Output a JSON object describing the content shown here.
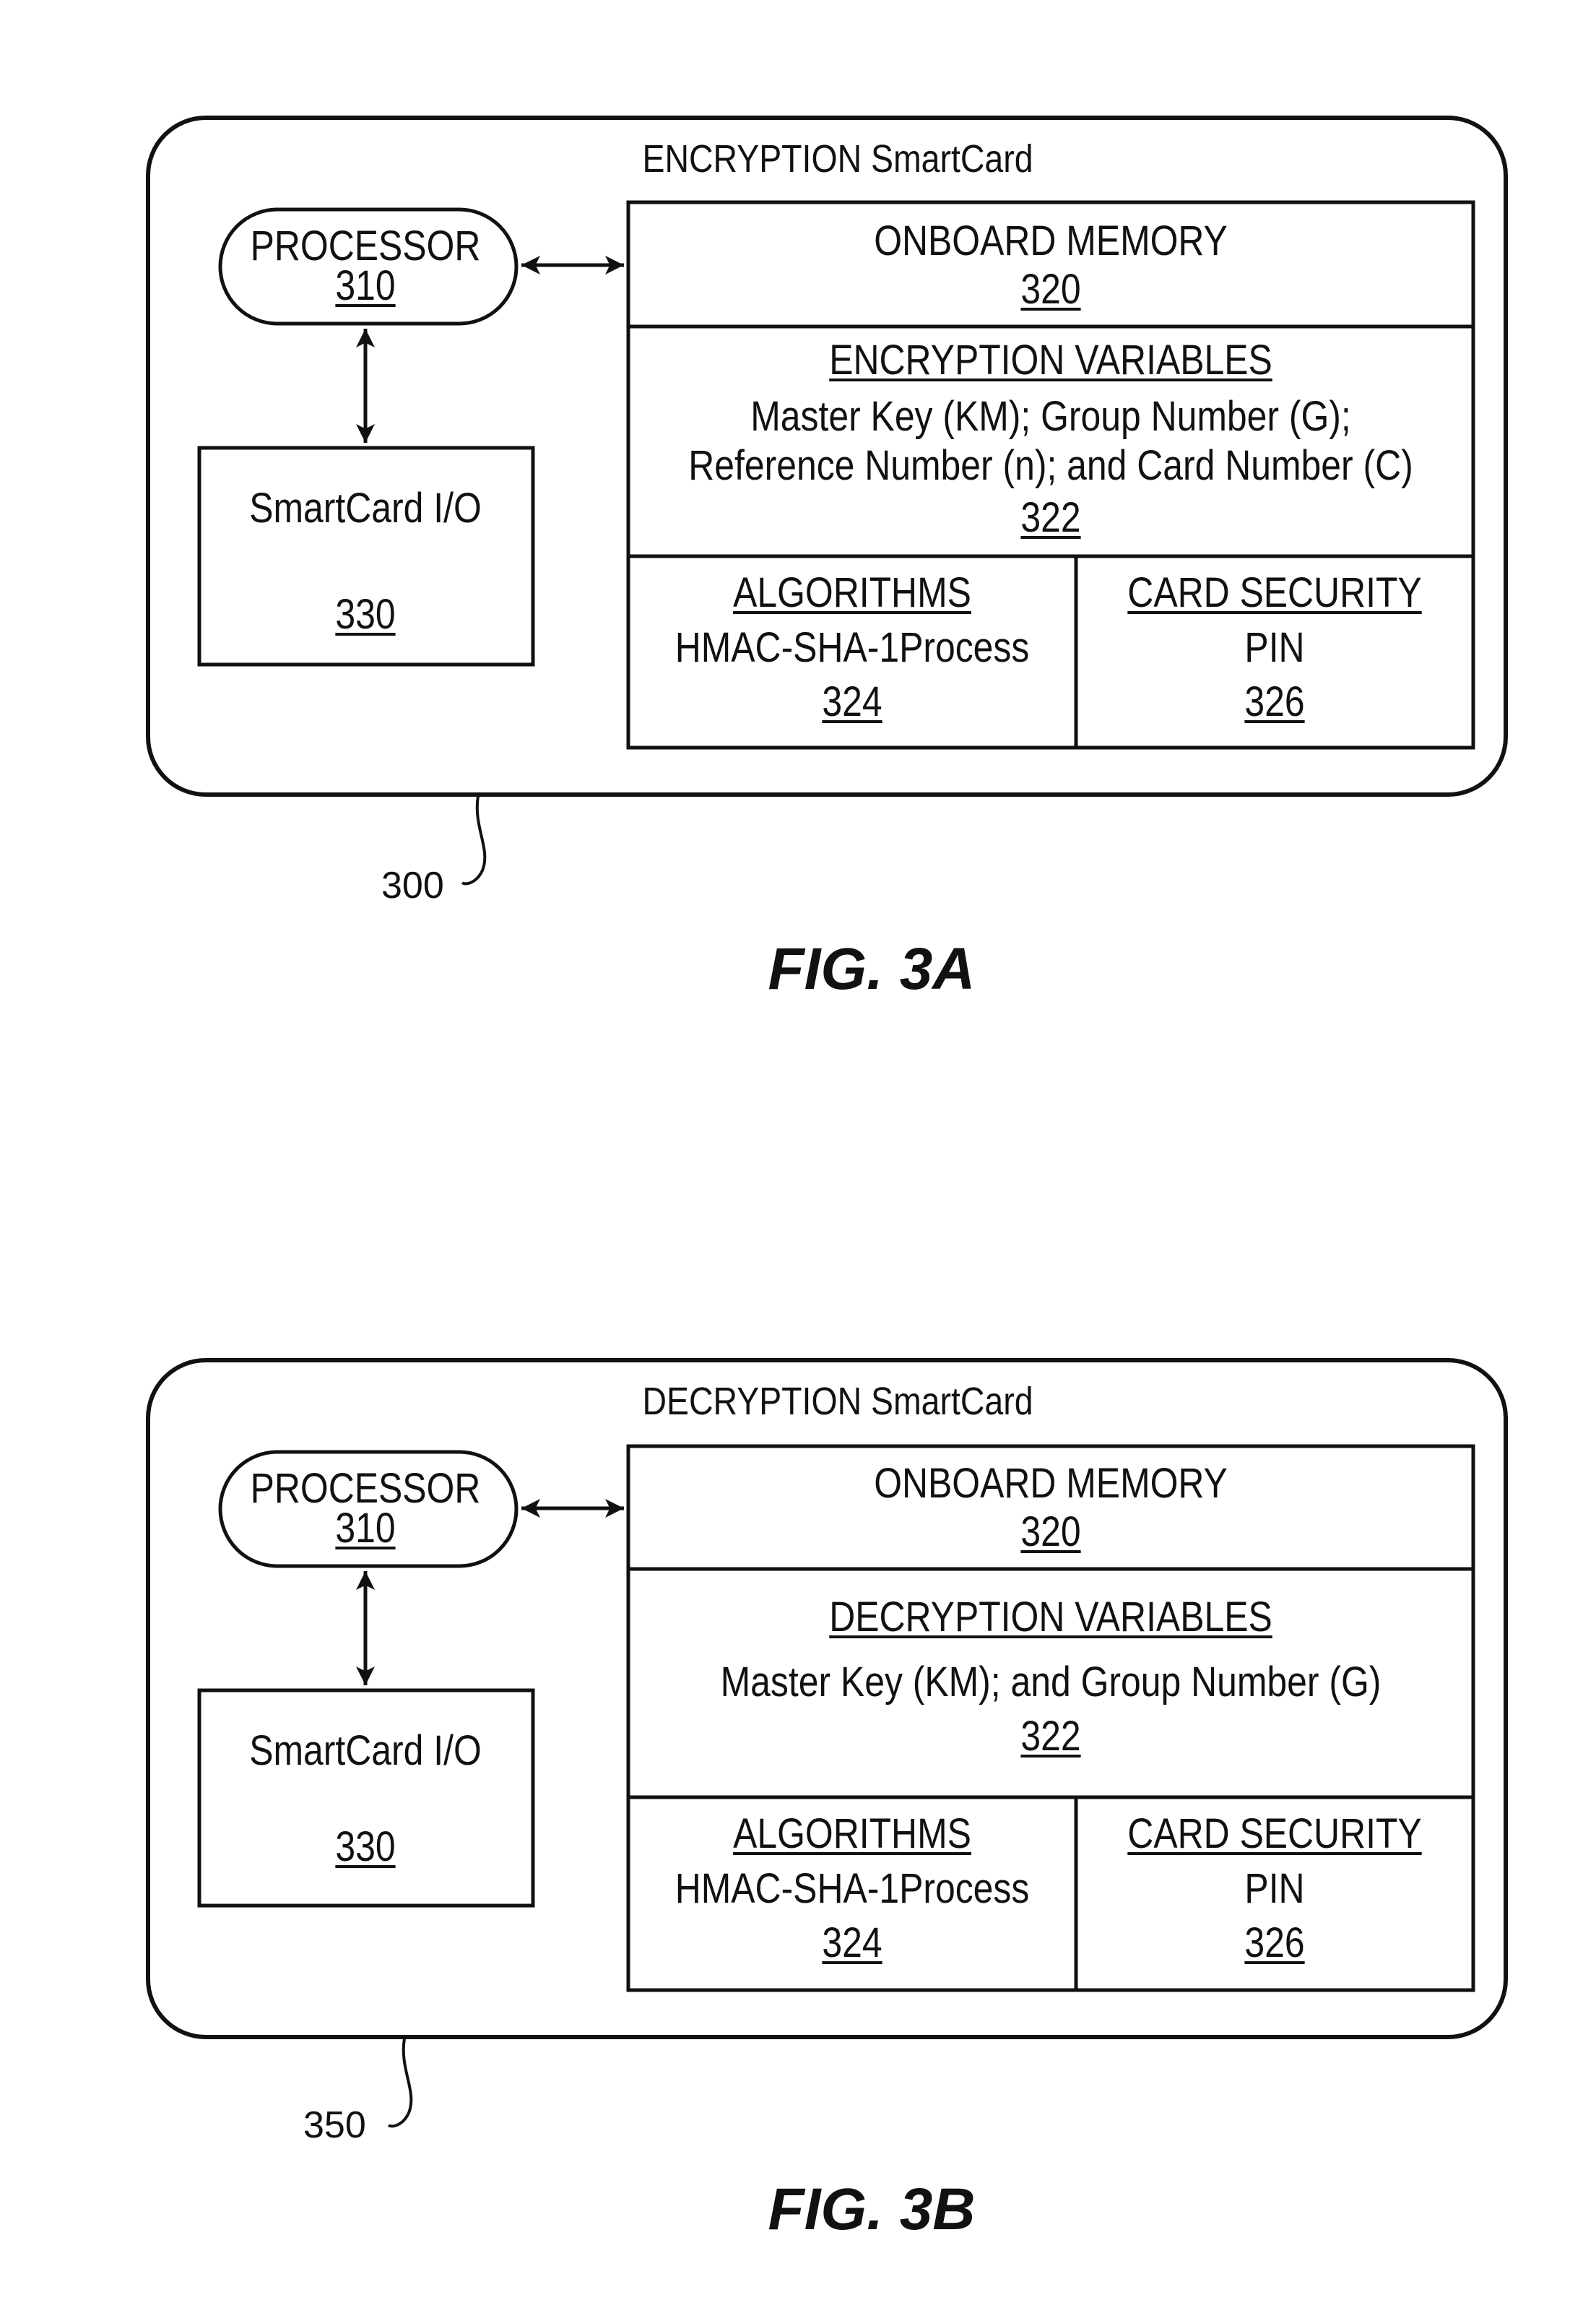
{
  "fig_a": {
    "card_title": "ENCRYPTION SmartCard",
    "processor_label": "PROCESSOR",
    "processor_ref": "310",
    "io_label": "SmartCard I/O",
    "io_ref": "330",
    "memory_label": "ONBOARD MEMORY",
    "memory_ref": "320",
    "variables_heading": "ENCRYPTION VARIABLES",
    "variables_line1": "Master Key (KM); Group Number (G);",
    "variables_line2": "Reference Number (n); and Card Number (C)",
    "variables_ref": "322",
    "algorithms_heading": "ALGORITHMS",
    "algorithms_text": "HMAC-SHA-1Process",
    "algorithms_ref": "324",
    "security_heading": "CARD SECURITY",
    "security_text": "PIN",
    "security_ref": "326",
    "card_ref": "300",
    "caption": "FIG. 3A"
  },
  "fig_b": {
    "card_title": "DECRYPTION SmartCard",
    "processor_label": "PROCESSOR",
    "processor_ref": "310",
    "io_label": "SmartCard I/O",
    "io_ref": "330",
    "memory_label": "ONBOARD MEMORY",
    "memory_ref": "320",
    "variables_heading": "DECRYPTION VARIABLES",
    "variables_line1": "Master Key (KM); and Group Number (G)",
    "variables_ref": "322",
    "algorithms_heading": "ALGORITHMS",
    "algorithms_text": "HMAC-SHA-1Process",
    "algorithms_ref": "324",
    "security_heading": "CARD SECURITY",
    "security_text": "PIN",
    "security_ref": "326",
    "card_ref": "350",
    "caption": "FIG. 3B"
  }
}
